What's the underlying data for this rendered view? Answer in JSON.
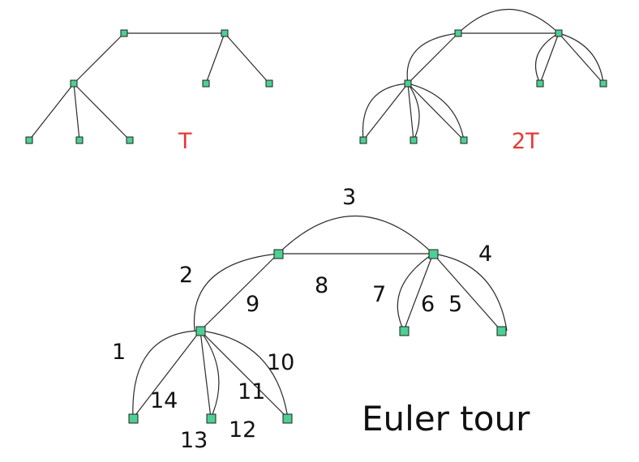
{
  "colors": {
    "node_fill": "#4ecf94",
    "edge": "#2b2b2b",
    "label_red": "#e53935",
    "text": "#111111"
  },
  "diagrams": {
    "tree": {
      "label": "T",
      "node_count": 8,
      "edge_count": 7
    },
    "doubled_tree": {
      "label": "2T",
      "node_count": 8,
      "edge_count": 14
    },
    "euler_tour": {
      "title": "Euler tour",
      "edge_labels": [
        "1",
        "2",
        "3",
        "4",
        "5",
        "6",
        "7",
        "8",
        "9",
        "10",
        "11",
        "12",
        "13",
        "14"
      ]
    }
  }
}
